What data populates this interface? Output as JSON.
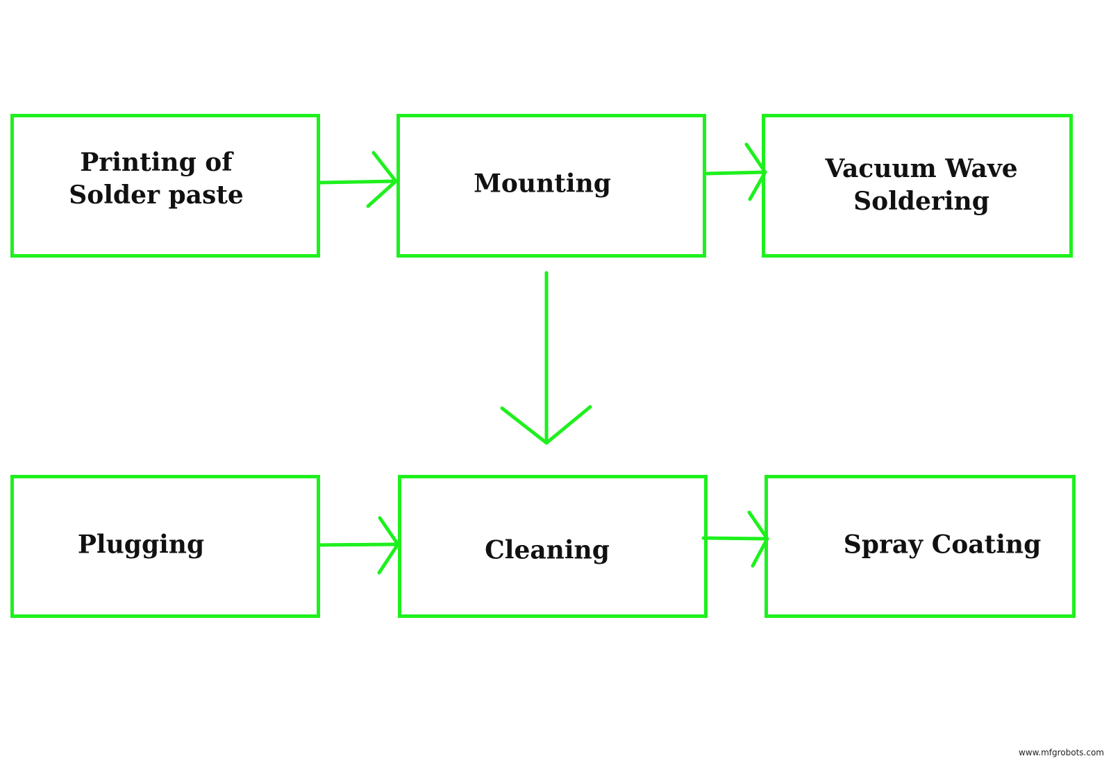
{
  "theme": {
    "box_border_color": "#1ef01e",
    "arrow_color": "#1ef01e",
    "text_color": "#111111",
    "background": "#ffffff"
  },
  "steps": {
    "printing_of_solder_paste": {
      "lines": [
        "Printing of",
        "Solder paste"
      ]
    },
    "mounting": {
      "lines": [
        "Mounting"
      ]
    },
    "vacuum_wave_soldering": {
      "lines": [
        "Vacuum Wave",
        "Soldering"
      ]
    },
    "plugging": {
      "lines": [
        "Plugging"
      ]
    },
    "cleaning": {
      "lines": [
        "Cleaning"
      ]
    },
    "spray_coating": {
      "lines": [
        "Spray Coating"
      ]
    }
  },
  "connections": [
    {
      "from": "printing_of_solder_paste",
      "to": "mounting"
    },
    {
      "from": "mounting",
      "to": "vacuum_wave_soldering"
    },
    {
      "from": "mounting",
      "to": "cleaning"
    },
    {
      "from": "plugging",
      "to": "cleaning"
    },
    {
      "from": "cleaning",
      "to": "spray_coating"
    }
  ],
  "watermark": "www.mfgrobots.com"
}
